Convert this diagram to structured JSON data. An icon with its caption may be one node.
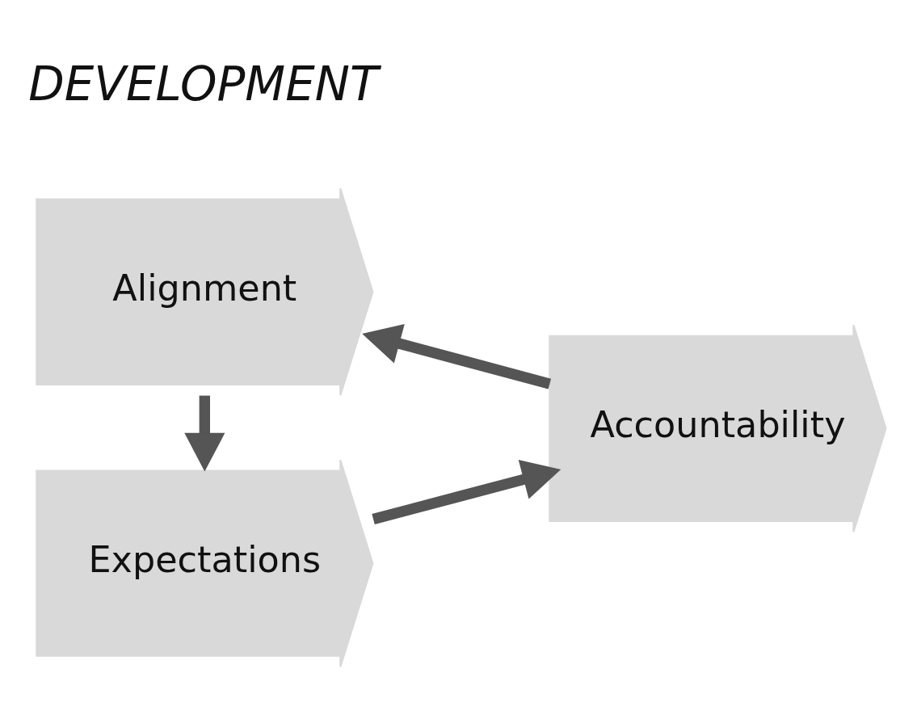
{
  "diagram": {
    "nodes": [
      {
        "text": [
          "Expectations"
        ]
      },
      {
        "text": [
          "DEVELOPMENT"
        ]
      },
      {
        "text": [
          "Accountability"
        ]
      },
      {
        "text": [
          "Alignment"
        ]
      }
    ],
    "edges": [
      {
        "from": 0,
        "to": 2,
        "arrow": "to"
      },
      {
        "from": 2,
        "to": 3,
        "arrow": "to"
      },
      {
        "from": 3,
        "to": 0,
        "arrow": "to"
      }
    ]
  }
}
